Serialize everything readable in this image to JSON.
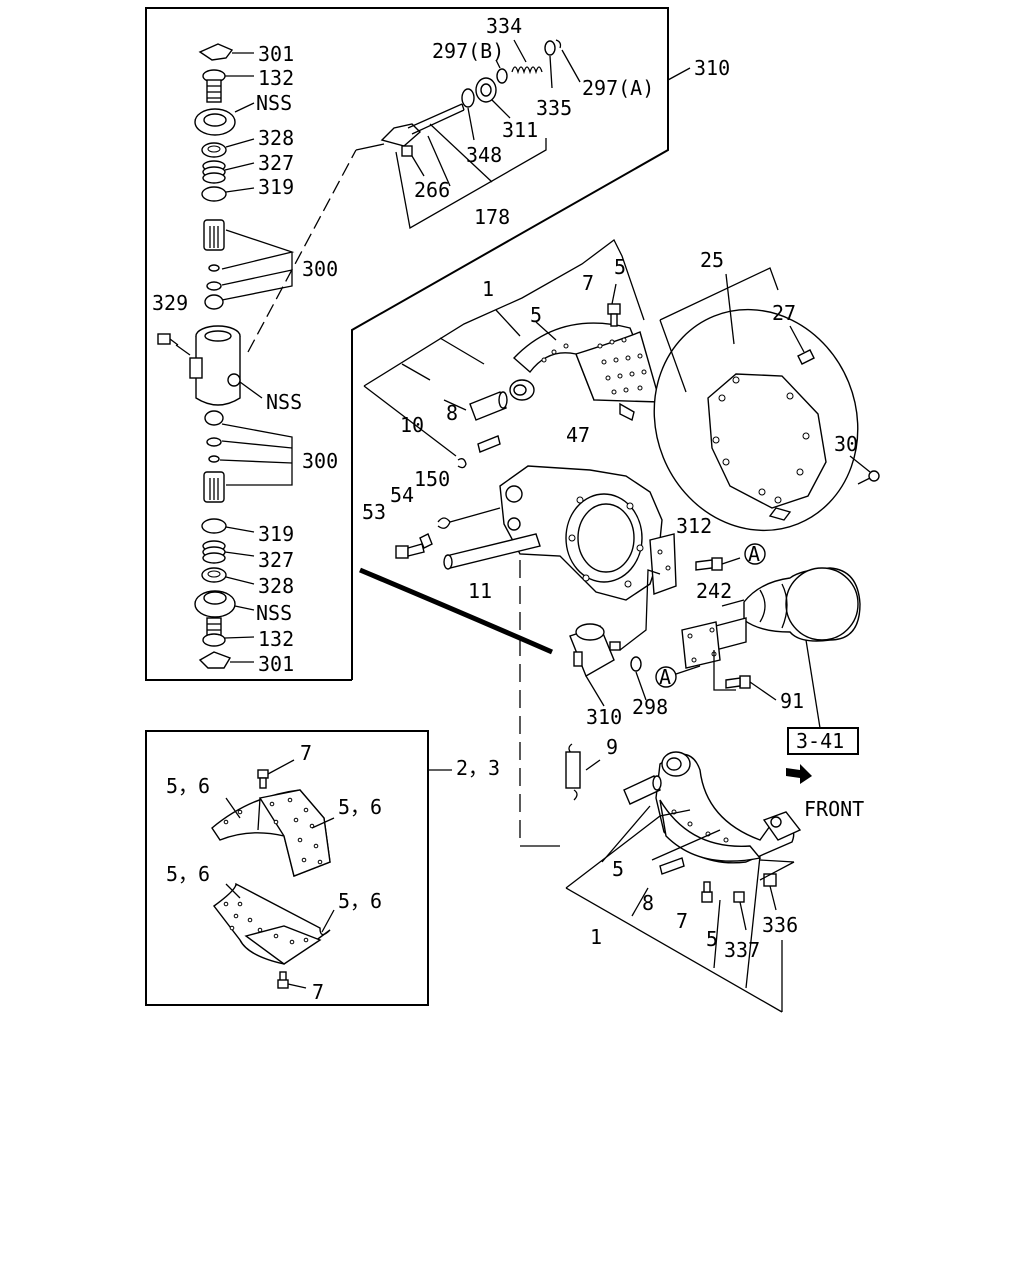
{
  "labels": {
    "l301a": "301",
    "l132a": "132",
    "nssa": "NSS",
    "l328a": "328",
    "l327a": "327",
    "l319a": "319",
    "l300a": "300",
    "l329": "329",
    "nssb": "NSS",
    "l300b": "300",
    "l319b": "319",
    "l327b": "327",
    "l328b": "328",
    "nssc": "NSS",
    "l132b": "132",
    "l301b": "301",
    "l334": "334",
    "l297b": "297(B)",
    "l297a": "297(A)",
    "l335": "335",
    "l311": "311",
    "l348": "348",
    "l266": "266",
    "l178": "178",
    "l310a": "310",
    "l1a": "1",
    "l7a": "7",
    "l5a": "5",
    "l5b": "5",
    "l10": "10",
    "l8a": "8",
    "l47": "47",
    "l150": "150",
    "l54": "54",
    "l53": "53",
    "l11": "11",
    "l312": "312",
    "l242": "242",
    "l25": "25",
    "l27": "27",
    "l30": "30",
    "l91": "91",
    "l298": "298",
    "l310b": "310",
    "ref341": "3-41",
    "l9": "9",
    "front": "FRONT",
    "l23": "2，3",
    "b_7a": "7",
    "b_56a": "5，6",
    "b_56b": "5，6",
    "b_56c": "5，6",
    "b_56d": "5，6",
    "b_7b": "7",
    "l5c": "5",
    "l8b": "8",
    "l1b": "1",
    "l7b": "7",
    "l5d": "5",
    "l336": "336",
    "l337": "337",
    "circA1": "A",
    "circA2": "A"
  }
}
